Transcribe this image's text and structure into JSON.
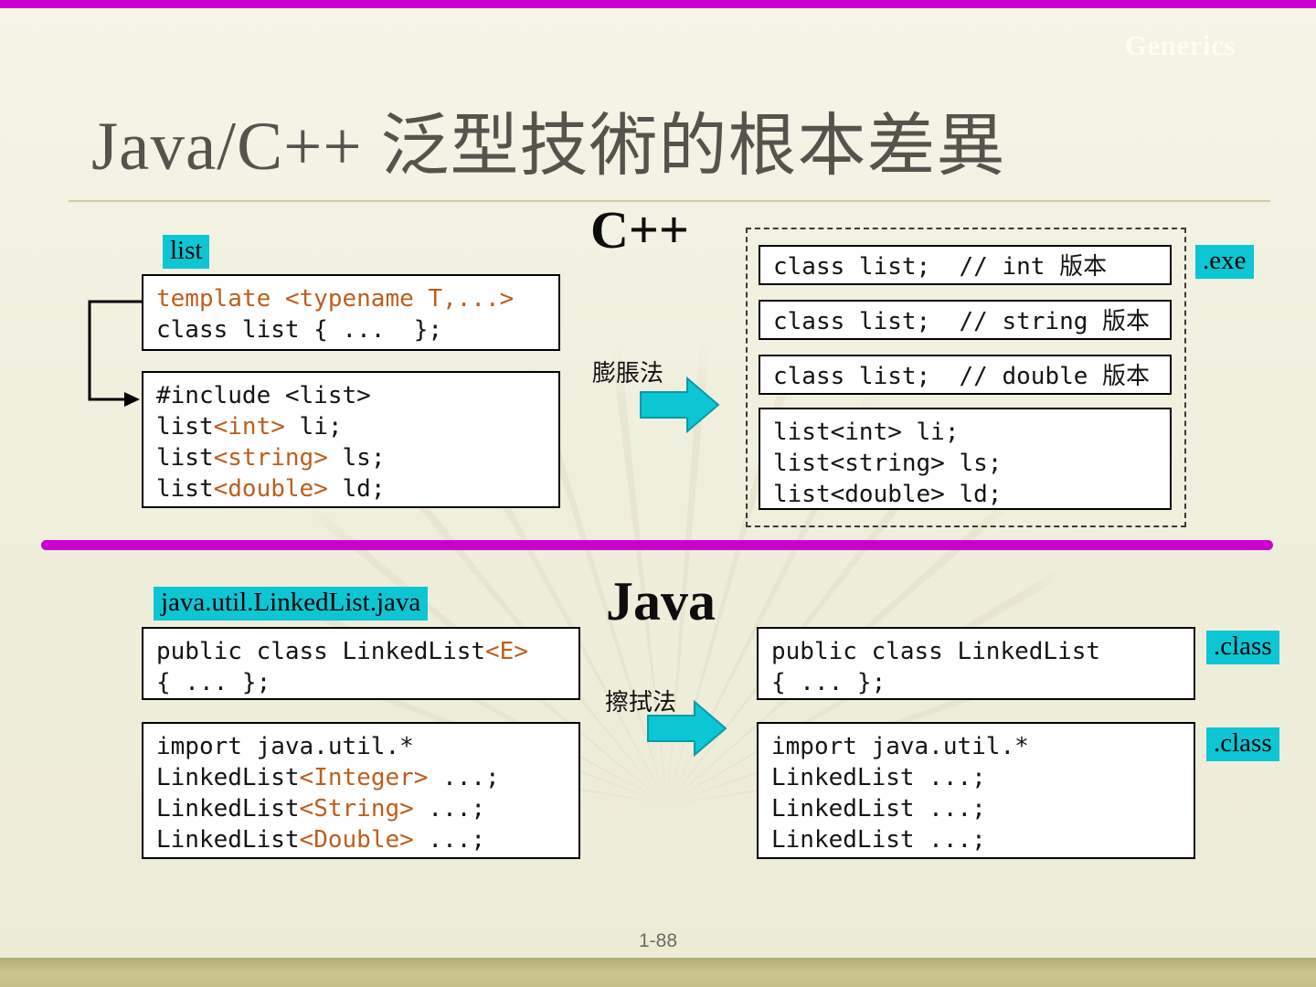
{
  "colors": {
    "accent_cyan": "#0cc6d4",
    "divider_magenta": "#cc00cc",
    "code_orange": "#bd5e1e",
    "title_gray": "#55544c"
  },
  "slide": {
    "badge": "Generics",
    "title": "Java/C++ 泛型技術的根本差異",
    "page_number": "1-88"
  },
  "cpp": {
    "heading": "C++",
    "source_label": "list",
    "template_box": {
      "line1": "template <typename T,...>",
      "line2": "class list { ...  };"
    },
    "usage_box": {
      "line1": "#include <list>",
      "line2_pre": "list",
      "line2_param": "<int>",
      "line2_post": " li;",
      "line3_pre": "list",
      "line3_param": "<string>",
      "line3_post": " ls;",
      "line4_pre": "list",
      "line4_param": "<double>",
      "line4_post": " ld;"
    },
    "method_label": "膨脹法",
    "exe_label": ".exe",
    "out_box_int": "class list;  // int 版本",
    "out_box_string": "class list;  // string 版本",
    "out_box_double": "class list;  // double 版本",
    "out_usage_box": {
      "line1": "list<int> li;",
      "line2": "list<string> ls;",
      "line3": "list<double> ld;"
    }
  },
  "java": {
    "heading": "Java",
    "source_label": "java.util.LinkedList.java",
    "class_box": {
      "line1_pre": "public class LinkedList",
      "line1_param": "<E>",
      "line2": "{ ... };"
    },
    "usage_box": {
      "line1": "import java.util.*",
      "line2_pre": "LinkedList",
      "line2_param": "<Integer>",
      "line2_post": " ...;",
      "line3_pre": "LinkedList",
      "line3_param": "<String>",
      "line3_post": " ...;",
      "line4_pre": "LinkedList",
      "line4_param": "<Double>",
      "line4_post": " ...;"
    },
    "method_label": "擦拭法",
    "class_output_label": ".class",
    "usage_output_label": ".class",
    "out_class_box": {
      "line1": "public class LinkedList",
      "line2": "{ ... };"
    },
    "out_usage_box": {
      "line1": "import java.util.*",
      "line2": "LinkedList ...;",
      "line3": "LinkedList ...;",
      "line4": "LinkedList ...;"
    }
  }
}
